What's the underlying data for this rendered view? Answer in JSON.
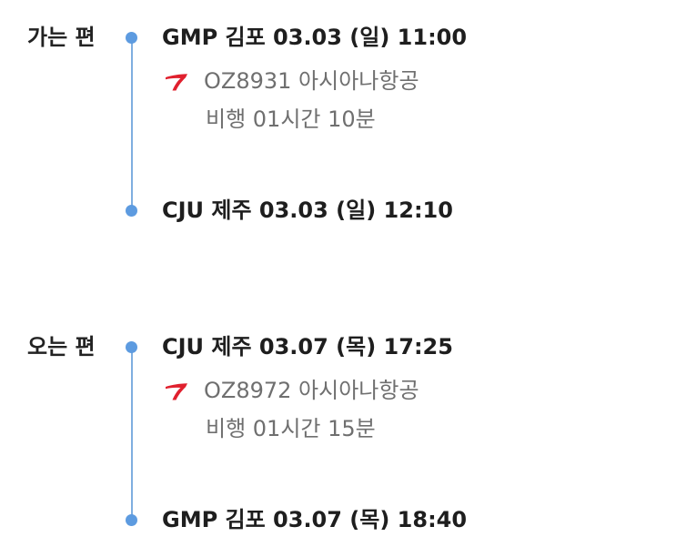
{
  "colors": {
    "timeline": "#7faee0",
    "dot": "#5d9be0",
    "airline_logo": "#e0202e",
    "primary_text": "#1e1e1e",
    "secondary_text": "#6f6f6f"
  },
  "legs": [
    {
      "label": "가는 편",
      "departure": "GMP 김포 03.03 (일) 11:00",
      "flight": "OZ8931 아시아나항공",
      "duration": "비행 01시간 10분",
      "arrival": "CJU 제주 03.03 (일) 12:10",
      "airline_icon": "asiana-logo-icon"
    },
    {
      "label": "오는 편",
      "departure": "CJU 제주 03.07 (목) 17:25",
      "flight": "OZ8972 아시아나항공",
      "duration": "비행 01시간 15분",
      "arrival": "GMP 김포 03.07 (목) 18:40",
      "airline_icon": "asiana-logo-icon"
    }
  ]
}
